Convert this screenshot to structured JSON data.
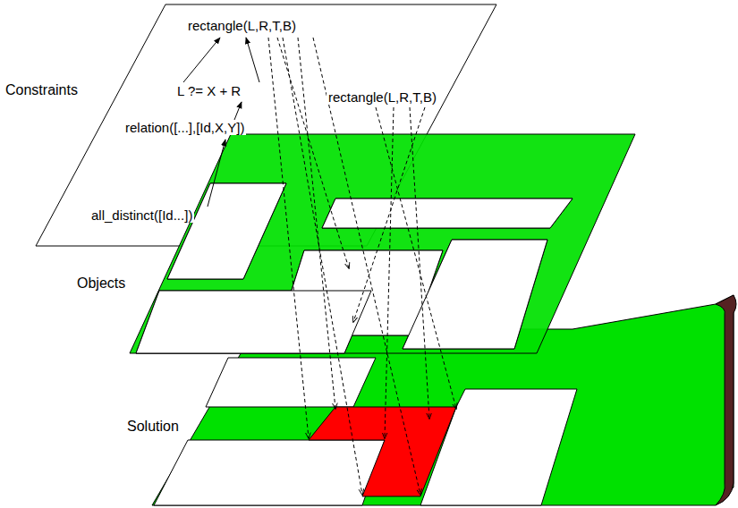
{
  "diagram": {
    "labels": [
      "rectangle(L,R,T,B)",
      "L ?= X + R",
      "rectangle(L,R,T,B)",
      "relation([...],[Id,X,Y])",
      "Constraints",
      "all_distinct([Id...])",
      "Objects",
      "Solution"
    ]
  }
}
